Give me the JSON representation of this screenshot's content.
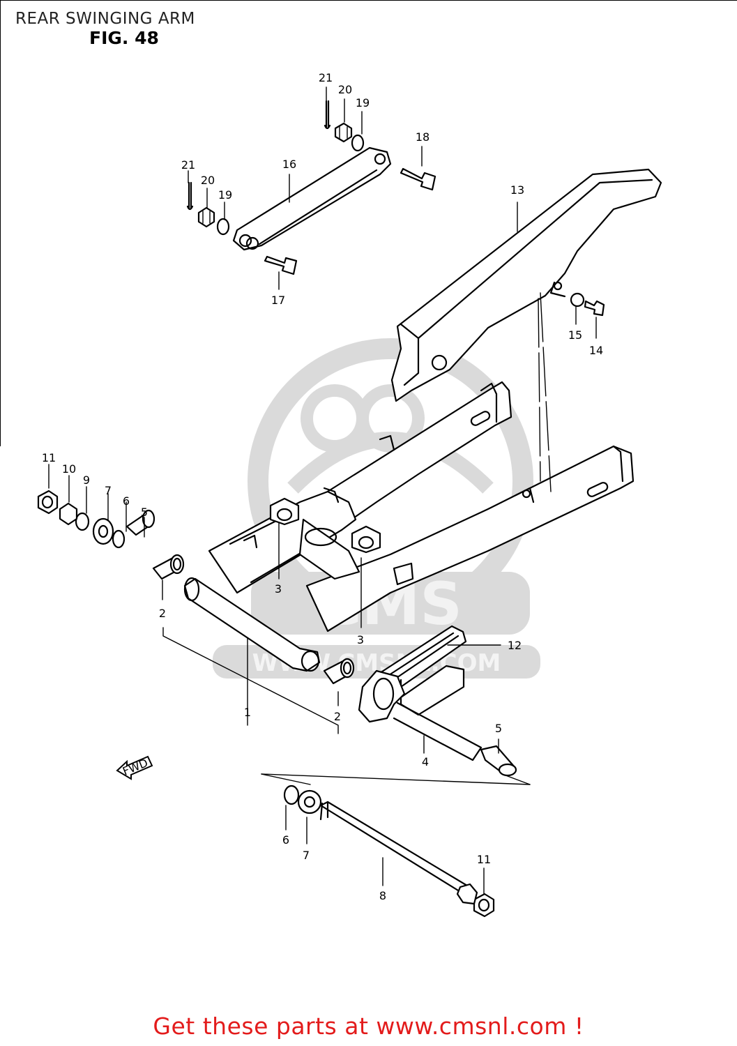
{
  "header": {
    "title": "REAR SWINGING ARM",
    "figure": "FIG. 48"
  },
  "watermark": {
    "text_main": "CMS",
    "text_url": "WWW.CMSNL.COM"
  },
  "fwd_arrow_label": "FWD",
  "callouts": {
    "c1": "1",
    "c2a": "2",
    "c2b": "2",
    "c3a": "3",
    "c3b": "3",
    "c4": "4",
    "c5a": "5",
    "c5b": "5",
    "c6a": "6",
    "c6b": "6",
    "c7a": "7",
    "c7b": "7",
    "c8": "8",
    "c9": "9",
    "c10": "10",
    "c11a": "11",
    "c11b": "11",
    "c12": "12",
    "c13": "13",
    "c14": "14",
    "c15": "15",
    "c16": "16",
    "c17": "17",
    "c18": "18",
    "c19a": "19",
    "c19b": "19",
    "c20a": "20",
    "c20b": "20",
    "c21a": "21",
    "c21b": "21"
  },
  "footer": {
    "link_text": "Get these parts at www.cmsnl.com !"
  },
  "colors": {
    "line": "#000000",
    "watermark": "#d9d9d9",
    "footer_link": "#e31b1b"
  }
}
